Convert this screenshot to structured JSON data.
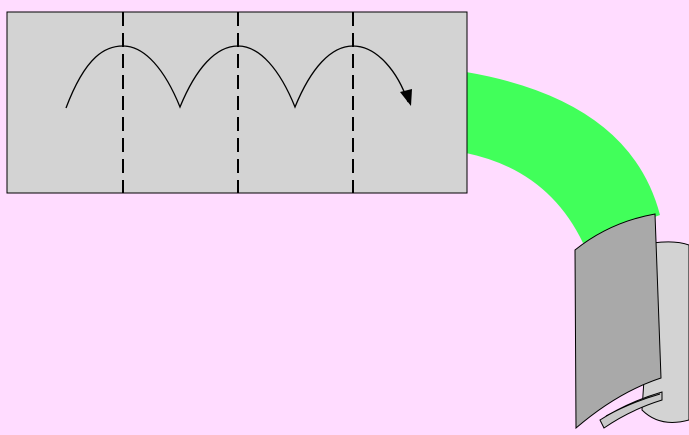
{
  "colors": {
    "background": "#ffdcff",
    "panel_fill": "#d3d3d3",
    "outline": "#000000",
    "band_fill": "#41ff5a",
    "component_front": "#a9a9a9",
    "component_disk": "#d3d3d3",
    "component_slot": "#c8c8c8"
  },
  "diagram": {
    "panel": {
      "divider_count": 3,
      "divider_style": "dashed",
      "path_style": "scalloped-arcs",
      "arc_count": 3,
      "path_end": "arrowhead"
    },
    "connector": {
      "shape": "curved-band"
    },
    "component": {
      "shape": "curved-plate-with-disk",
      "has_slot": true
    }
  }
}
